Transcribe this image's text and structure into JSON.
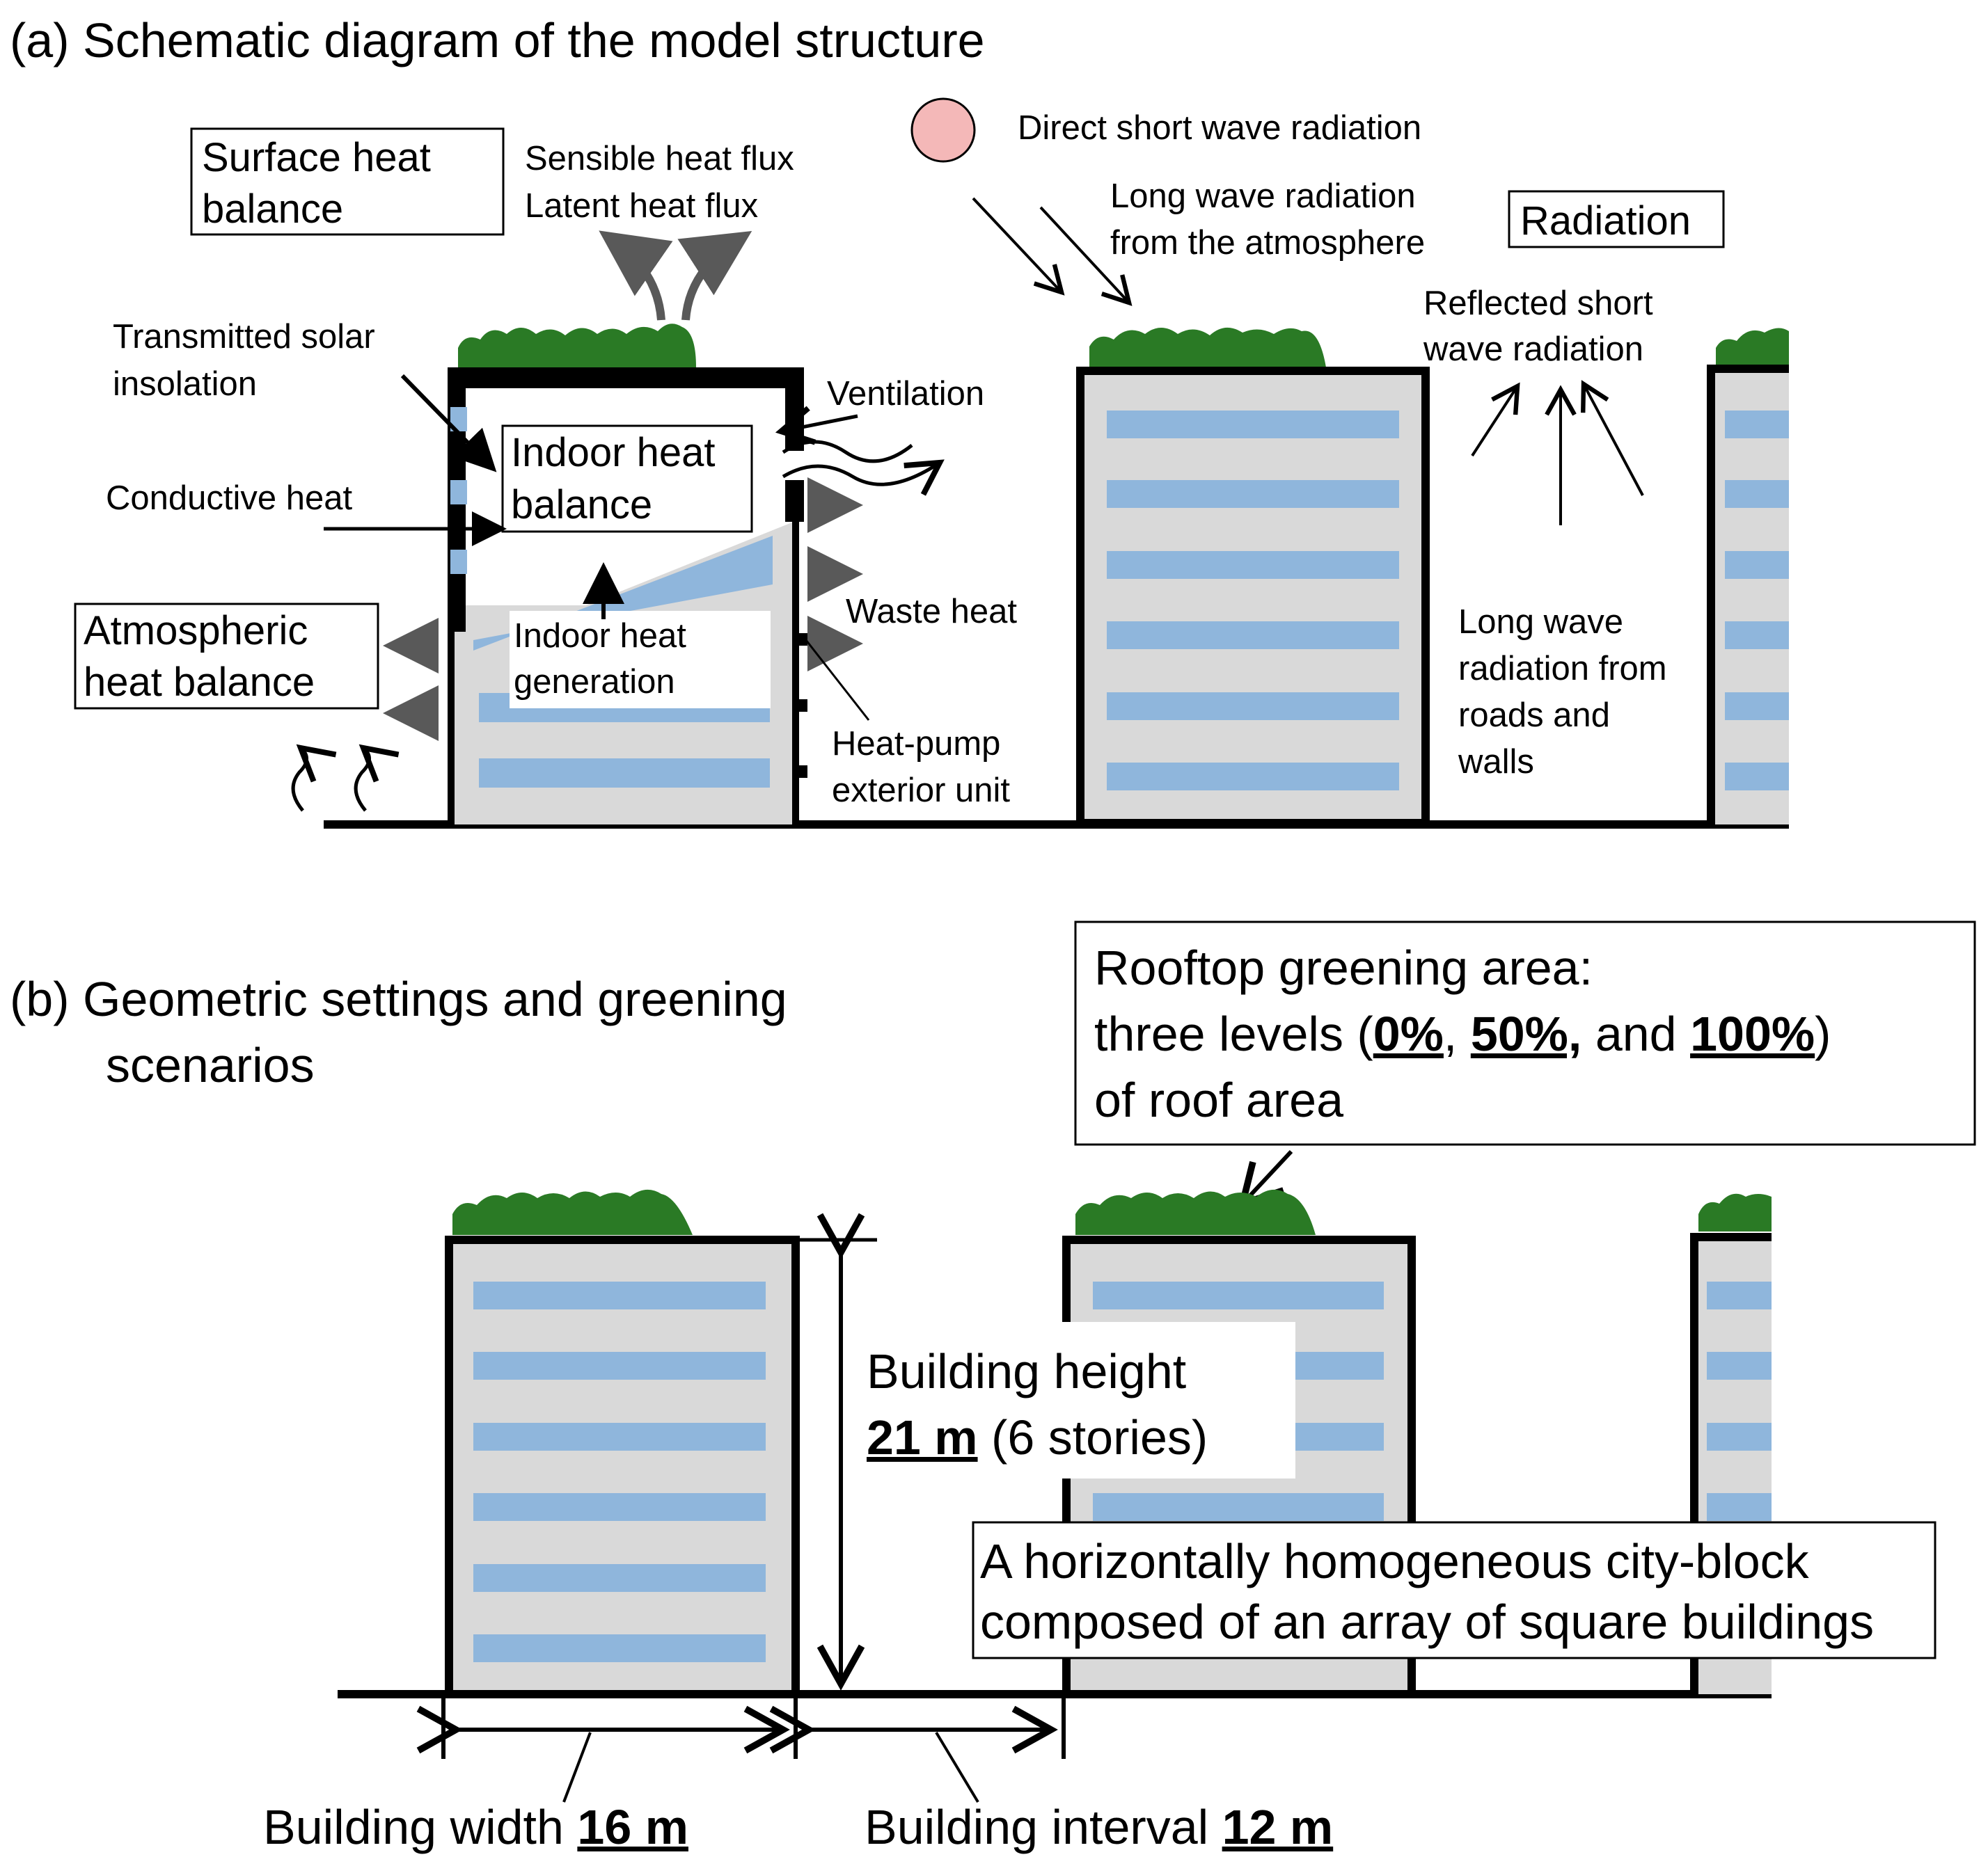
{
  "panel_a": {
    "title": "(a) Schematic diagram of the model structure",
    "boxes": {
      "surface_line1": "Surface heat",
      "surface_line2": "balance",
      "indoor_line1": "Indoor  heat",
      "indoor_line2": "balance",
      "atmospheric_line1": "Atmospheric",
      "atmospheric_line2": "heat balance",
      "radiation": "Radiation"
    },
    "labels": {
      "sensible": "Sensible heat flux",
      "latent": "Latent heat flux",
      "transmitted_line1": "Transmitted solar",
      "transmitted_line2": "insolation",
      "conductive": "Conductive heat",
      "ventilation": "Ventilation",
      "waste": "Waste heat",
      "indoor_gen_line1": "Indoor heat",
      "indoor_gen_line2": "generation",
      "heatpump_line1": "Heat-pump",
      "heatpump_line2": "exterior unit",
      "direct_sw": "Direct short wave radiation",
      "longwave_atm_line1": "Long wave radiation",
      "longwave_atm_line2": "from the atmosphere",
      "reflected_line1": "Reflected short",
      "reflected_line2": "wave radiation",
      "longwave_roads_line1": "Long wave",
      "longwave_roads_line2": "radiation from",
      "longwave_roads_line3": "roads and",
      "longwave_roads_line4": "walls"
    }
  },
  "panel_b": {
    "title_line1": "(b) Geometric settings and greening",
    "title_line2": "scenarios",
    "rooftop_box": {
      "line1": "Rooftop greening area:",
      "line2_prefix": "three levels (",
      "level_1": "0%",
      "sep_1": ", ",
      "level_2": "50%,",
      "sep_2": " and ",
      "level_3": "100%",
      "line2_suffix": ")",
      "line3": "of roof area"
    },
    "height": {
      "line1": "Building height",
      "value": "21 m",
      "suffix": " (6 stories)"
    },
    "city_block_line1": "A horizontally homogeneous city-block",
    "city_block_line2": "composed of an array of square buildings",
    "width": {
      "label": "Building width ",
      "value": "16 m"
    },
    "interval": {
      "label": "Building interval ",
      "value": "12 m"
    }
  },
  "colors": {
    "building_fill": "#d9d9d9",
    "window": "#8fb6dc",
    "greenery": "#2a7a25",
    "sun": "#f4b8b8",
    "flux_arrow": "#595959"
  }
}
